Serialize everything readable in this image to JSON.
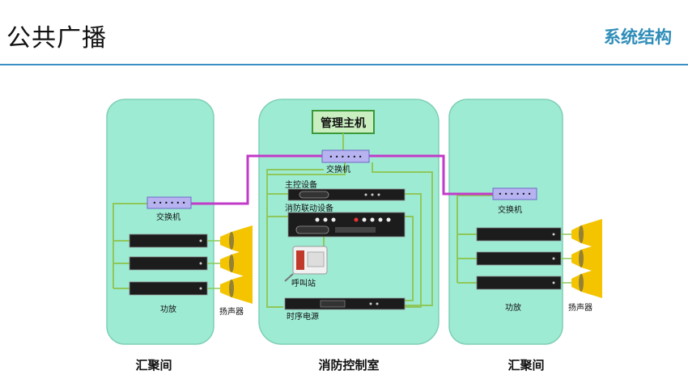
{
  "header": {
    "title": "公共广播",
    "section": "系统结构"
  },
  "zones": {
    "left": {
      "label": "汇聚间",
      "switch_label": "交换机",
      "amp_label": "功放",
      "speaker_label": "扬声器"
    },
    "center": {
      "label": "消防控制室",
      "host_label": "管理主机",
      "switch_label": "交换机",
      "main_control_label": "主控设备",
      "fire_link_label": "消防联动设备",
      "call_station_label": "呼叫站",
      "power_seq_label": "时序电源"
    },
    "right": {
      "label": "汇聚间",
      "switch_label": "交换机",
      "amp_label": "功放",
      "speaker_label": "扬声器"
    }
  },
  "colors": {
    "zone_fill": "#9eebd4",
    "zone_stroke": "#7fcfb5",
    "host_fill": "#c9efc1",
    "host_stroke": "#3a9a3a",
    "network_line": "#c23ac8",
    "audio_line": "#8fc85a",
    "switch_fill": "#b7b2f0",
    "device_fill": "#1c1c1c",
    "speaker_fill": "#f4c400"
  }
}
